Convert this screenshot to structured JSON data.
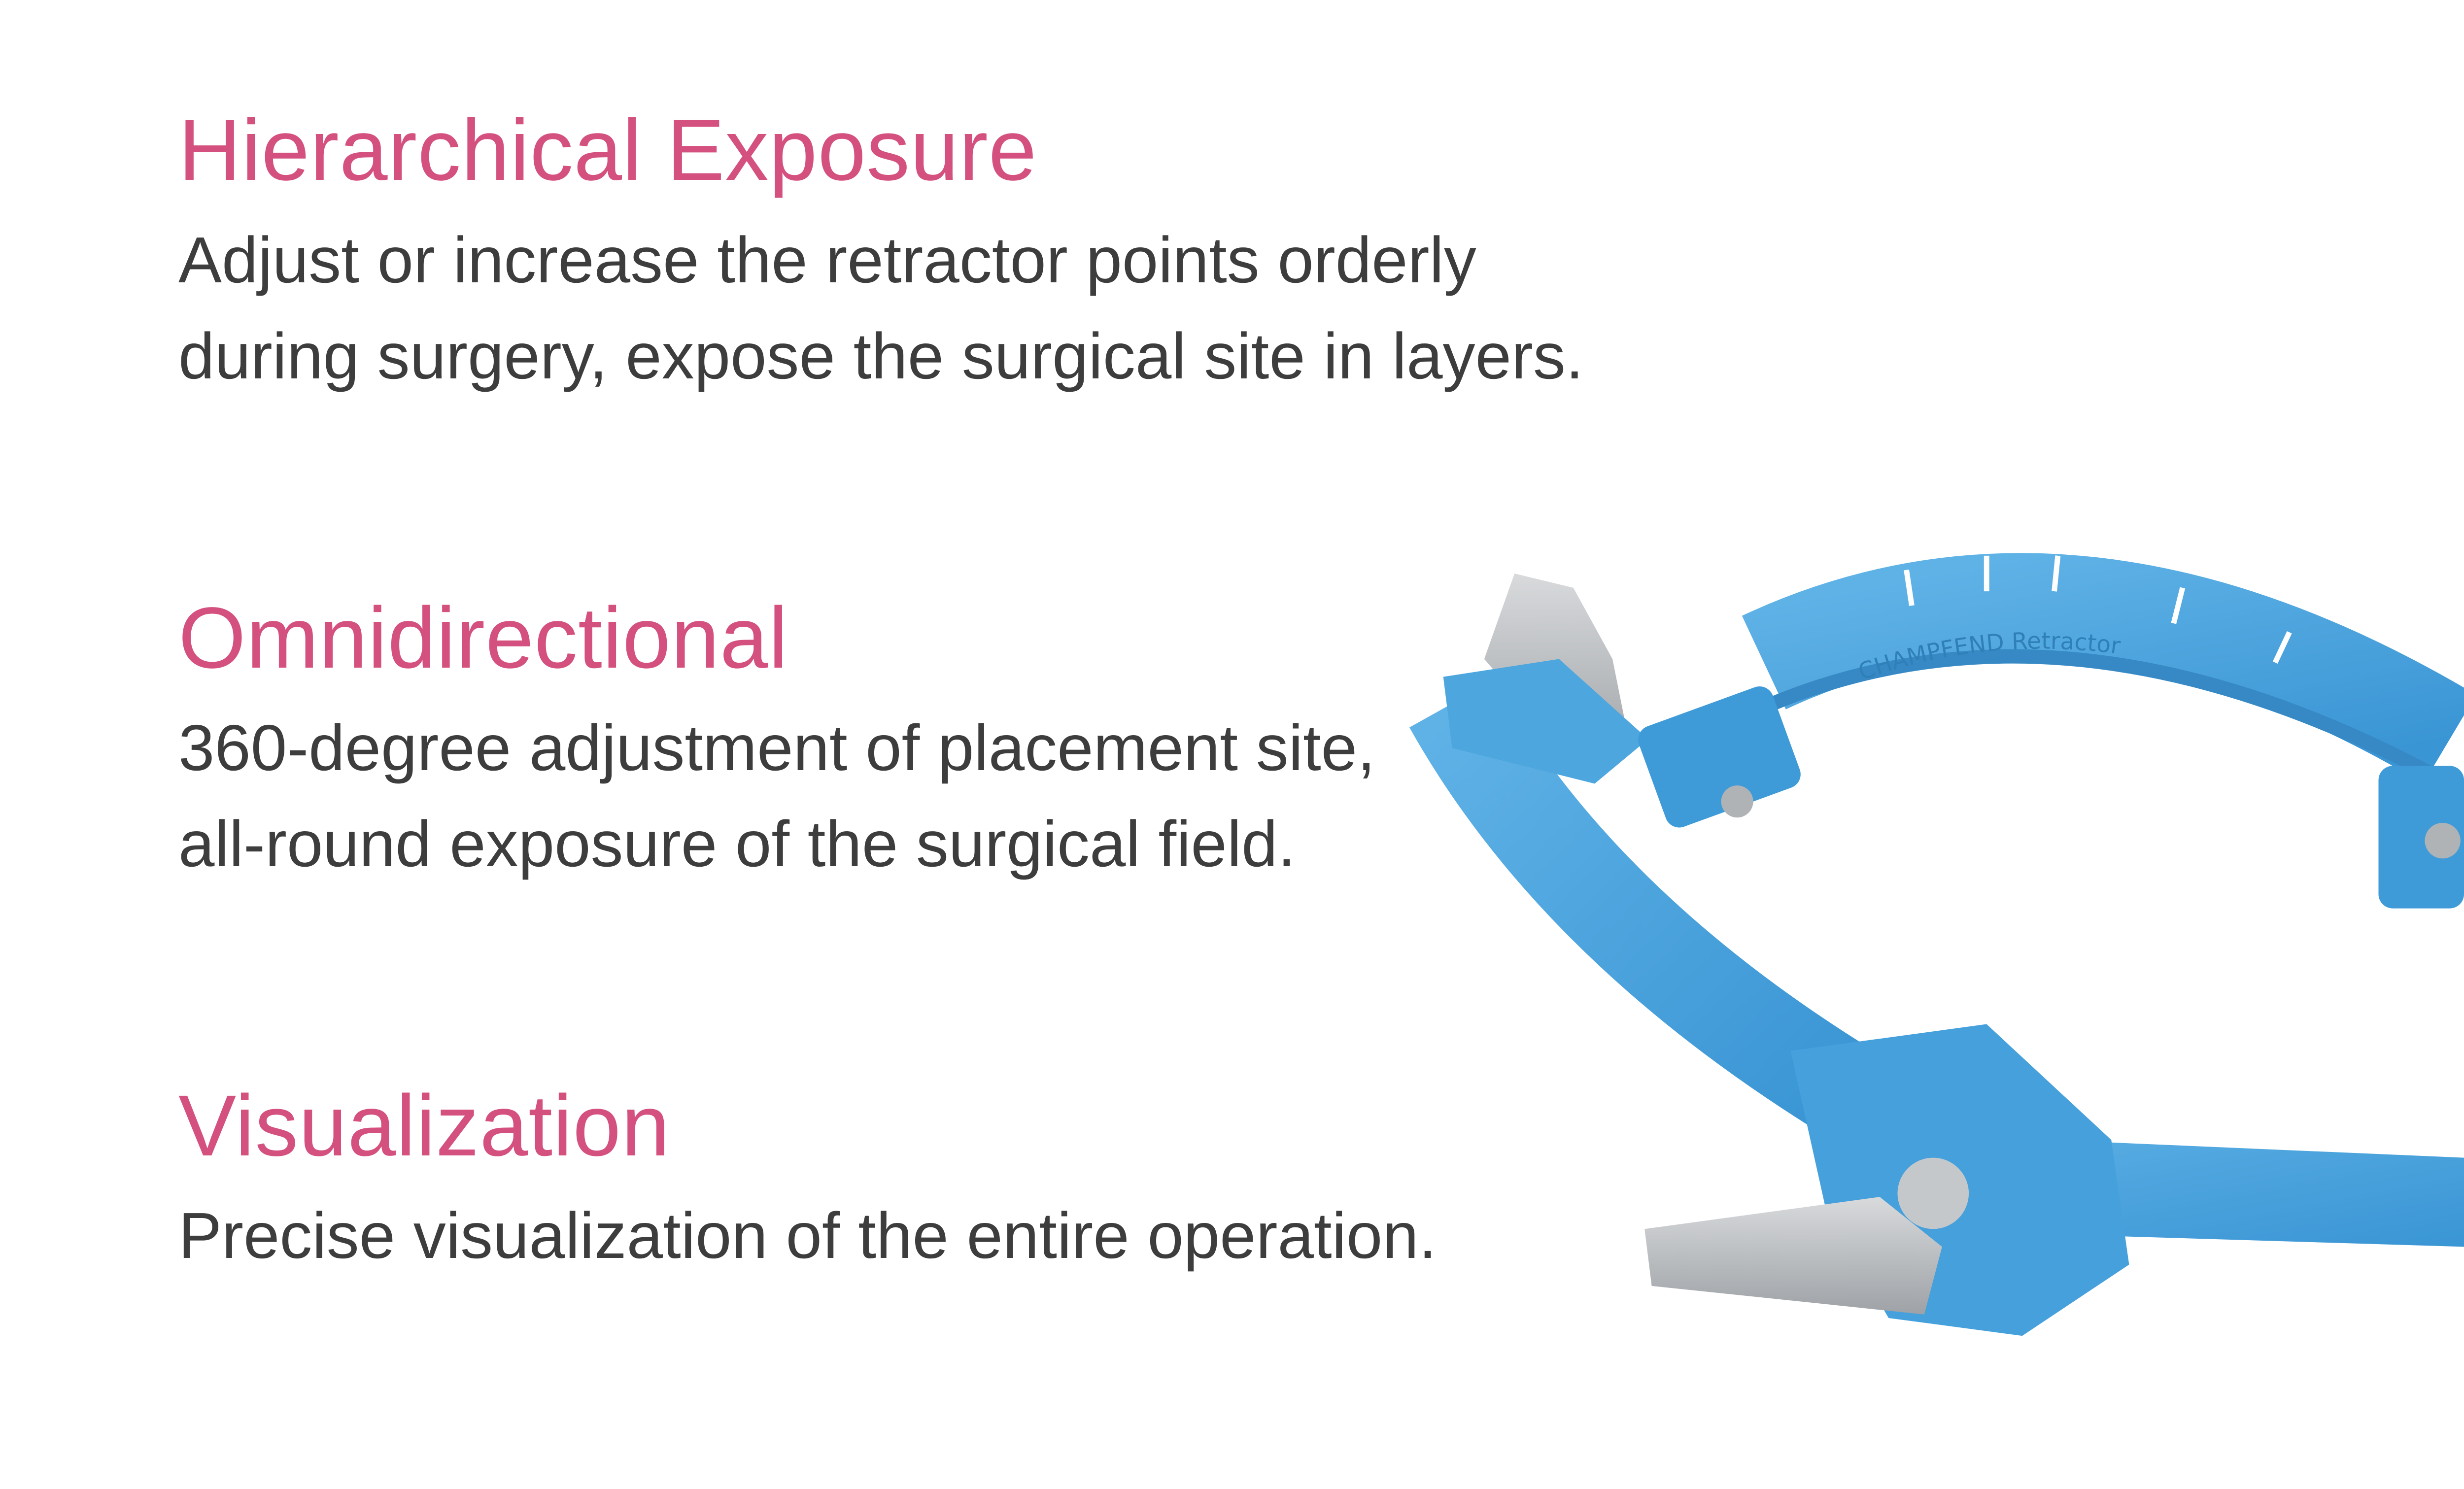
{
  "colors": {
    "heading": "#d4507e",
    "body_text": "#3d3d3d",
    "product_blue": "#4aa3de",
    "blade_grey": "#b9bcbf"
  },
  "features": [
    {
      "title": "Hierarchical Exposure",
      "lines": [
        "Adjust or increase the retractor points orderly",
        "during surgery, expose the surgical site in layers."
      ]
    },
    {
      "title": "Omnidirectional",
      "lines": [
        "360-degree adjustment of placement site,",
        "all-round exposure of the surgical field."
      ]
    },
    {
      "title": "Visualization",
      "lines": [
        "Precise visualization of the entire operation."
      ]
    }
  ],
  "product": {
    "brand_marking": "CHAMPFEND",
    "model_marking": "Retractor"
  }
}
